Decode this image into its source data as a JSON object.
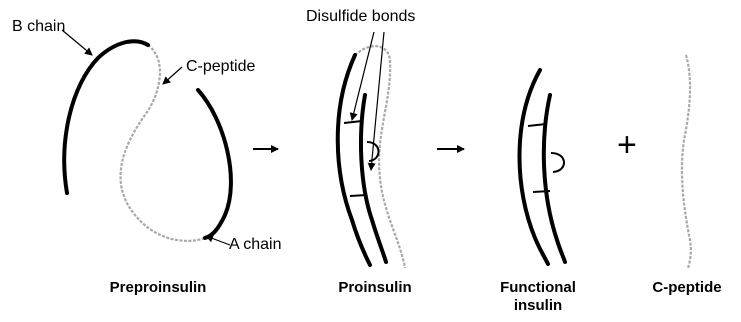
{
  "labels": {
    "b_chain": "B chain",
    "c_peptide": "C-peptide",
    "a_chain": "A chain",
    "disulfide_bonds": "Disulfide bonds"
  },
  "captions": {
    "preproinsulin": "Preproinsulin",
    "proinsulin": "Proinsulin",
    "functional_insulin_line1": "Functional",
    "functional_insulin_line2": "insulin",
    "c_peptide": "C-peptide"
  },
  "operators": {
    "arrow": "→",
    "plus": "+"
  },
  "colors": {
    "chain": "#000000",
    "c_peptide": "#a8a8a8",
    "background": "#ffffff"
  }
}
